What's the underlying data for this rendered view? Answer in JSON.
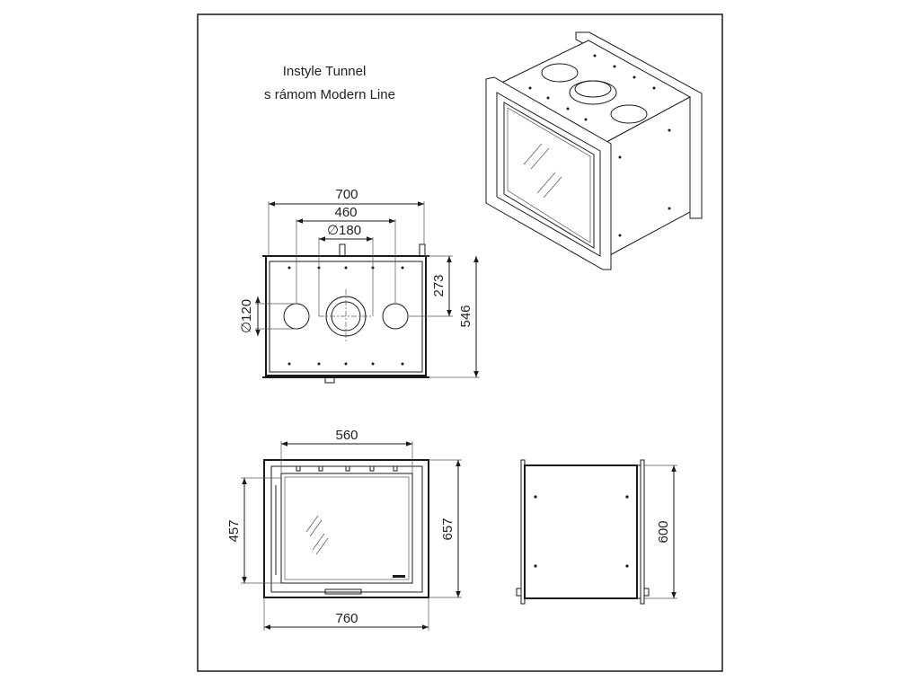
{
  "title": {
    "line1": "Instyle Tunnel",
    "line2": "s rámom Modern Line"
  },
  "top_view": {
    "width_overall": "700",
    "width_holes": "460",
    "flue_diameter": "∅180",
    "side_hole_diameter": "∅120",
    "hole_offset": "273",
    "depth": "546"
  },
  "front_view": {
    "glass_width": "560",
    "glass_height": "457",
    "frame_height": "657",
    "frame_width": "760"
  },
  "side_view": {
    "height": "600"
  }
}
